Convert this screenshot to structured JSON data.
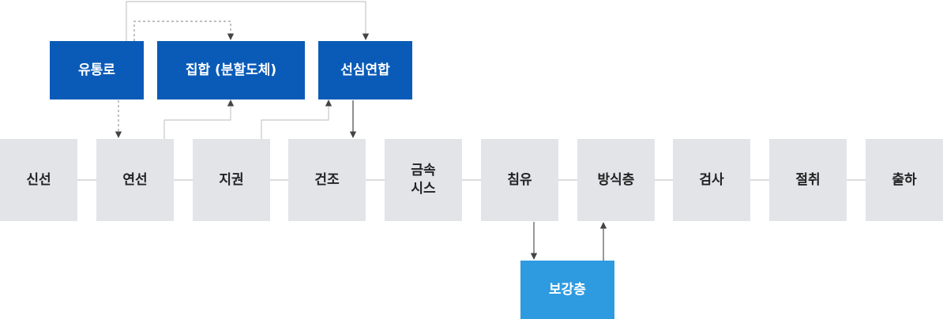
{
  "colors": {
    "process_box": "#e2e4e8",
    "branch_box": "#0a5bb8",
    "side_box": "#2e9be0",
    "connector": "#c8c8c8",
    "arrow": "#444444"
  },
  "process_steps": [
    {
      "id": "sinseon",
      "label": "신선"
    },
    {
      "id": "yeonseon",
      "label": "연선"
    },
    {
      "id": "jigwon",
      "label": "지권"
    },
    {
      "id": "geonjo",
      "label": "건조"
    },
    {
      "id": "geumsok",
      "label": "금속\n시스"
    },
    {
      "id": "chimyu",
      "label": "침유"
    },
    {
      "id": "bangsikcheung",
      "label": "방식층"
    },
    {
      "id": "geomsa",
      "label": "검사"
    },
    {
      "id": "jeolchwi",
      "label": "절취"
    },
    {
      "id": "chulha",
      "label": "출하"
    }
  ],
  "branch_steps": [
    {
      "id": "yutongro",
      "label": "유통로"
    },
    {
      "id": "jiphap",
      "label": "집합 (분할도체)"
    },
    {
      "id": "seonsim",
      "label": "선심연합"
    }
  ],
  "side_step": {
    "id": "bogangcheung",
    "label": "보강층"
  }
}
